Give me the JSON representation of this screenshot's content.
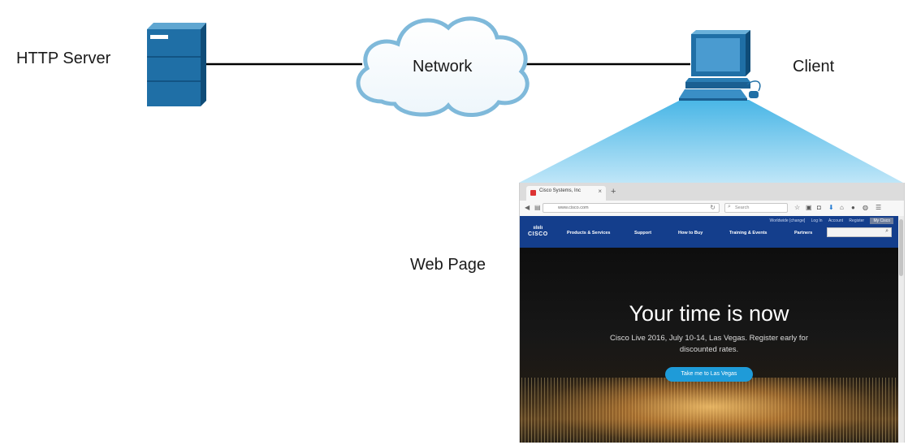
{
  "labels": {
    "server": "HTTP Server",
    "network": "Network",
    "client": "Client",
    "webpage": "Web Page"
  },
  "browser": {
    "tab_title": "Cisco Systems, Inc",
    "tab_close": "×",
    "new_tab": "+",
    "url": "www.cisco.com",
    "search_placeholder": "Search",
    "utility_links": [
      "Worldwide [change]",
      "Log In",
      "Account",
      "Register"
    ],
    "my_cisco": "My Cisco",
    "logo_text": "CISCO",
    "menu": [
      "Products & Services",
      "Support",
      "How to Buy",
      "Training & Events",
      "Partners"
    ],
    "hero_title": "Your time is now",
    "hero_subtitle": "Cisco Live 2016, July 10-14, Las Vegas. Register early for discounted rates.",
    "hero_button": "Take me to Las Vegas"
  },
  "colors": {
    "device_blue": "#1f6fa6",
    "beam_blue": "#3aaee0",
    "cisco_nav": "#143e8c",
    "hero_button": "#1f9bd8"
  }
}
